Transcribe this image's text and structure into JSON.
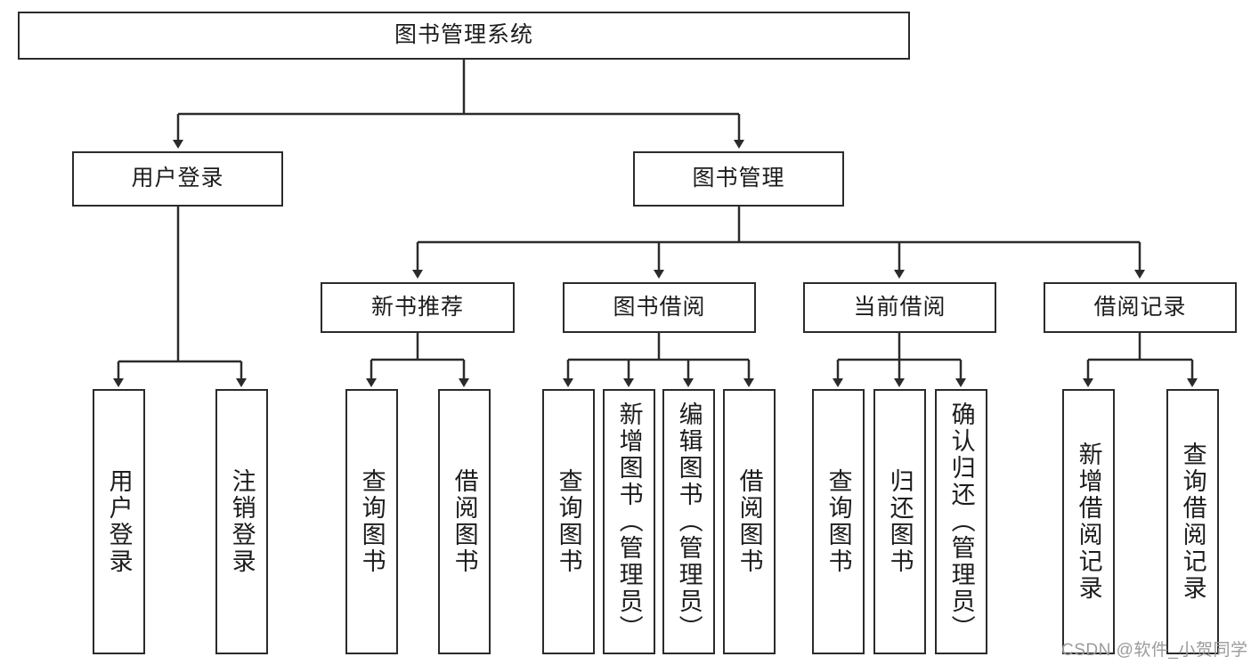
{
  "diagram": {
    "title": "图书管理系统",
    "type": "tree-hierarchy",
    "root": {
      "label": "图书管理系统"
    },
    "level2": [
      {
        "label": "用户登录"
      },
      {
        "label": "图书管理"
      }
    ],
    "level3": [
      {
        "label": "新书推荐"
      },
      {
        "label": "图书借阅"
      },
      {
        "label": "当前借阅"
      },
      {
        "label": "借阅记录"
      }
    ],
    "leaves": {
      "user_login": [
        {
          "label": "用户登录"
        },
        {
          "label": "注销登录"
        }
      ],
      "new_book_recommend": [
        {
          "label": "查询图书"
        },
        {
          "label": "借阅图书"
        }
      ],
      "book_borrow": [
        {
          "label": "查询图书"
        },
        {
          "label": "新增图书（管理员）"
        },
        {
          "label": "编辑图书（管理员）"
        },
        {
          "label": "借阅图书"
        }
      ],
      "current_borrow": [
        {
          "label": "查询图书"
        },
        {
          "label": "归还图书"
        },
        {
          "label": "确认归还（管理员）"
        }
      ],
      "borrow_record": [
        {
          "label": "新增借阅记录"
        },
        {
          "label": "查询借阅记录"
        }
      ]
    },
    "watermark": "CSDN @软件_小贺同学",
    "colors": {
      "stroke": "#2b2b2b",
      "fill": "#ffffff",
      "text": "#1c1c1c",
      "watermark": "#9b9b9b"
    }
  }
}
